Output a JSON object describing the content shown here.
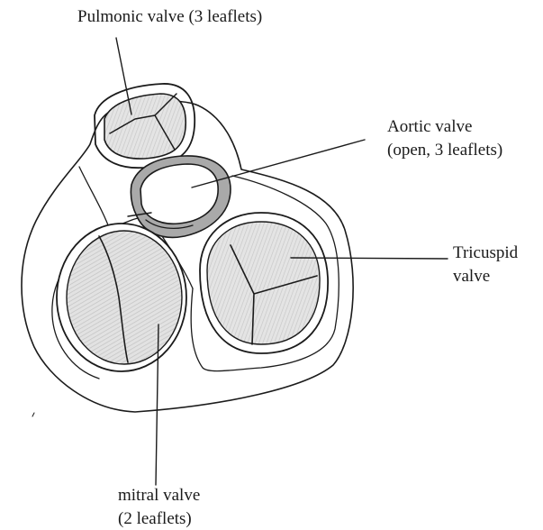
{
  "labels": {
    "pulmonic": {
      "line1": "Pulmonic valve (3 leaflets)"
    },
    "aortic": {
      "line1": "Aortic valve",
      "line2": "(open, 3 leaflets)"
    },
    "tricuspid": {
      "line1": "Tricuspid",
      "line2": "valve"
    },
    "mitral": {
      "line1": "mitral valve",
      "line2": "(2 leaflets)"
    }
  },
  "colors": {
    "ink": "#1b1b1b",
    "leaflet_fill": "#dcdcdc",
    "aortic_ring_fill": "#a9a9a9"
  }
}
